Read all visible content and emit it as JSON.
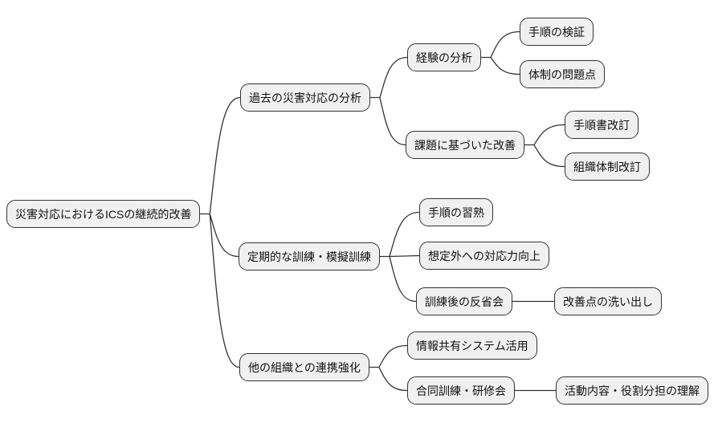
{
  "diagram": {
    "type": "mindmap",
    "colors": {
      "background": "#ffffff",
      "node_fill": "#f0f0f0",
      "node_border": "#333333",
      "edge": "#333333",
      "text": "#111111"
    },
    "nodes": [
      {
        "id": "root",
        "label": "災害対応におけるICSの継続的改善"
      },
      {
        "id": "past-analysis",
        "label": "過去の災害対応の分析"
      },
      {
        "id": "experience-analysis",
        "label": "経験の分析"
      },
      {
        "id": "procedure-verification",
        "label": "手順の検証"
      },
      {
        "id": "structure-issues",
        "label": "体制の問題点"
      },
      {
        "id": "issue-based-improvement",
        "label": "課題に基づいた改善"
      },
      {
        "id": "manual-revision",
        "label": "手順書改訂"
      },
      {
        "id": "org-structure-revision",
        "label": "組織体制改訂"
      },
      {
        "id": "regular-training",
        "label": "定期的な訓練・模擬訓練"
      },
      {
        "id": "procedure-mastery",
        "label": "手順の習熟"
      },
      {
        "id": "contingency-response",
        "label": "想定外への対応力向上"
      },
      {
        "id": "post-training-review",
        "label": "訓練後の反省会"
      },
      {
        "id": "improvement-identification",
        "label": "改善点の洗い出し"
      },
      {
        "id": "interorg-cooperation",
        "label": "他の組織との連携強化"
      },
      {
        "id": "info-sharing-system",
        "label": "情報共有システム活用"
      },
      {
        "id": "joint-training",
        "label": "合同訓練・研修会"
      },
      {
        "id": "role-understanding",
        "label": "活動内容・役割分担の理解"
      }
    ],
    "edges": [
      {
        "from": "root",
        "to": "past-analysis"
      },
      {
        "from": "root",
        "to": "regular-training"
      },
      {
        "from": "root",
        "to": "interorg-cooperation"
      },
      {
        "from": "past-analysis",
        "to": "experience-analysis"
      },
      {
        "from": "past-analysis",
        "to": "issue-based-improvement"
      },
      {
        "from": "experience-analysis",
        "to": "procedure-verification"
      },
      {
        "from": "experience-analysis",
        "to": "structure-issues"
      },
      {
        "from": "issue-based-improvement",
        "to": "manual-revision"
      },
      {
        "from": "issue-based-improvement",
        "to": "org-structure-revision"
      },
      {
        "from": "regular-training",
        "to": "procedure-mastery"
      },
      {
        "from": "regular-training",
        "to": "contingency-response"
      },
      {
        "from": "regular-training",
        "to": "post-training-review"
      },
      {
        "from": "post-training-review",
        "to": "improvement-identification"
      },
      {
        "from": "interorg-cooperation",
        "to": "info-sharing-system"
      },
      {
        "from": "interorg-cooperation",
        "to": "joint-training"
      },
      {
        "from": "joint-training",
        "to": "role-understanding"
      }
    ]
  }
}
